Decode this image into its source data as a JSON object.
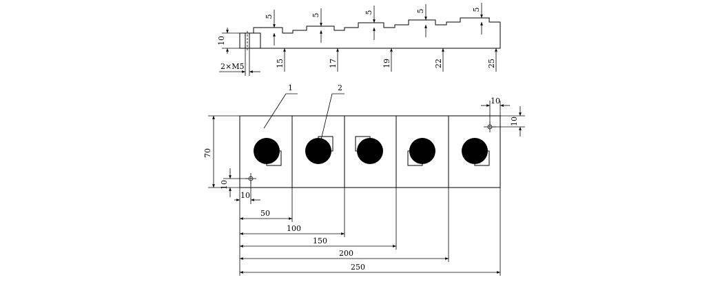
{
  "side_view": {
    "step_heights": [
      "15",
      "17",
      "19",
      "22",
      "25"
    ],
    "step_offsets": [
      "5",
      "5",
      "5",
      "5",
      "5"
    ],
    "left_height": "10",
    "thread_label": "2×M5"
  },
  "plan_view": {
    "part_callouts": [
      "1",
      "2"
    ],
    "height": "70",
    "hole_offset_left_x": "10",
    "hole_offset_left_y": "10",
    "hole_offset_right_x": "10",
    "hole_offset_right_y": "10",
    "cell_positions": [
      "50",
      "100",
      "150",
      "200",
      "250"
    ]
  },
  "colors": {
    "ink": "#000000",
    "background": "#ffffff",
    "hatch": "#000000"
  }
}
